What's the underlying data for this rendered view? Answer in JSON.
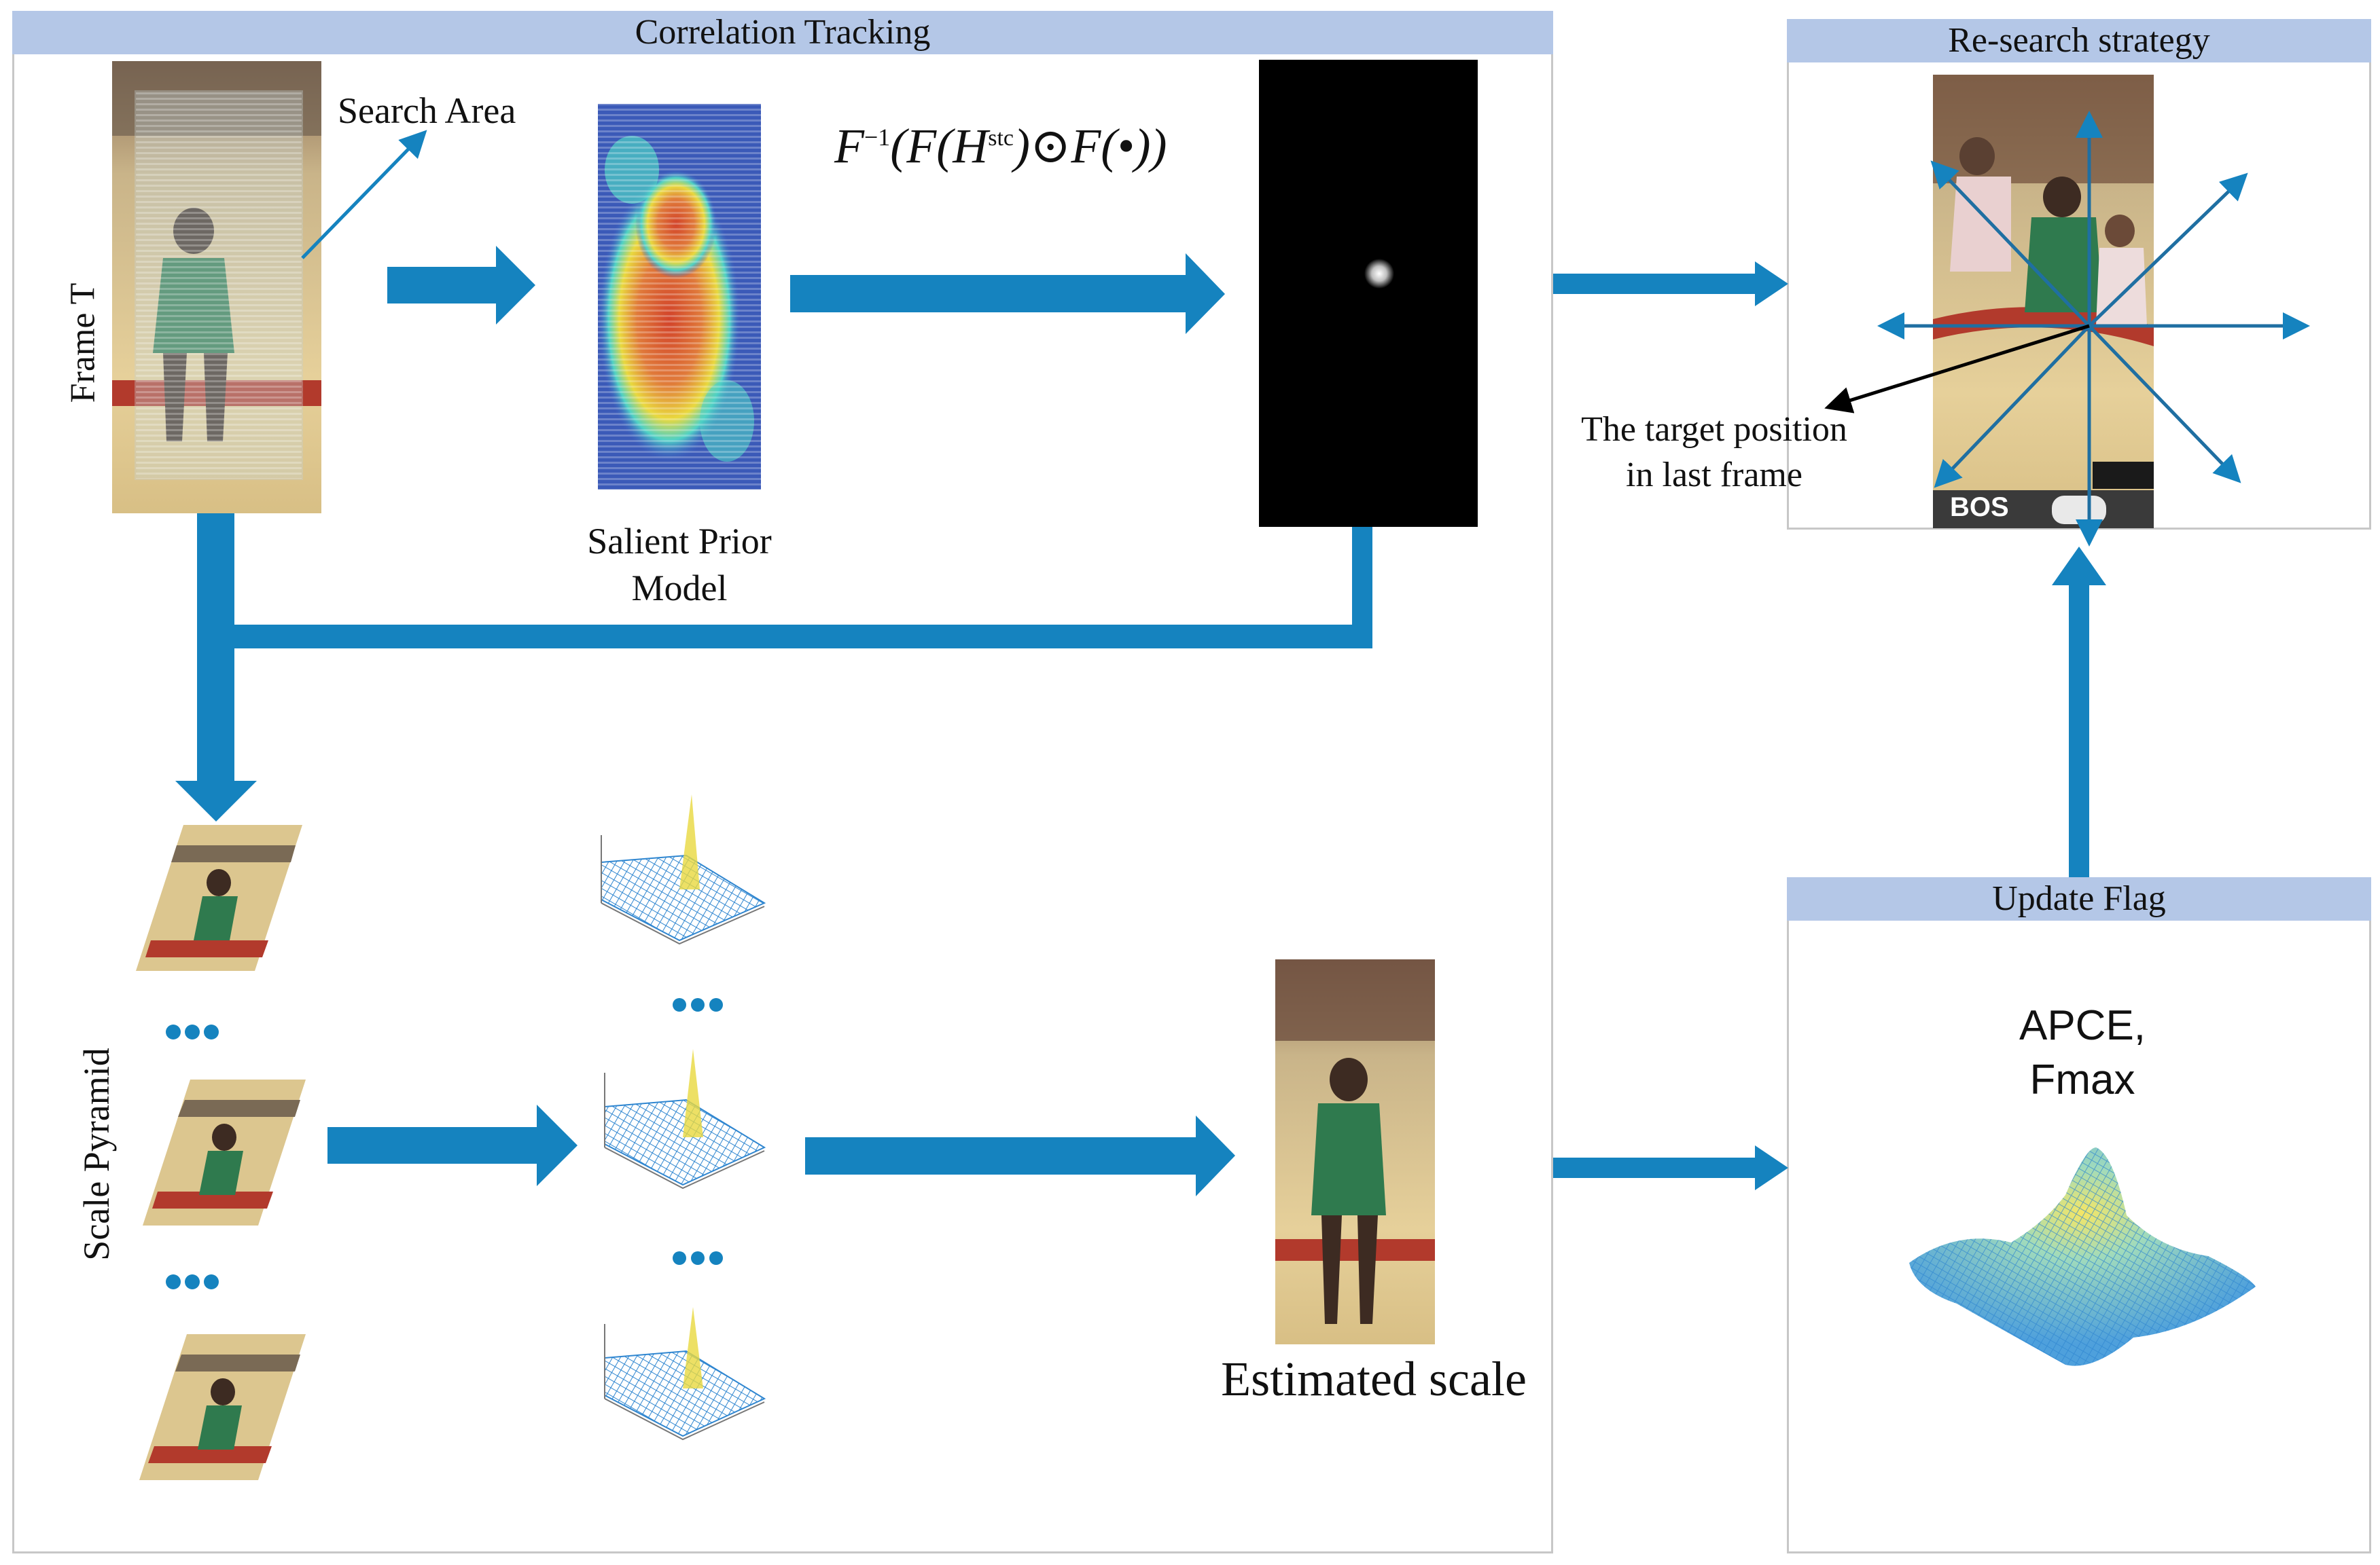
{
  "panels": {
    "correlation": {
      "title": "Correlation Tracking"
    },
    "research": {
      "title": "Re-search strategy"
    },
    "update": {
      "title": "Update Flag"
    }
  },
  "labels": {
    "frame_t": "Frame T",
    "search_area": "Search Area",
    "salient_line1": "Salient Prior",
    "salient_line2": "Model",
    "formula_F": "F",
    "formula_sup": "−1",
    "formula_rest": "(F(H",
    "formula_stc": "stc",
    "formula_end": ")⊙F(•))",
    "scale_pyramid": "Scale Pyramid",
    "estimated_scale": "Estimated scale",
    "target_line1": "The target position",
    "target_line2": "in last frame",
    "apce_line1": "APCE,",
    "apce_line2": "Fmax",
    "scoreboard_team": "BOS"
  },
  "colors": {
    "arrow": "#1583bf",
    "header": "#b4c7e7",
    "border": "#c7c7c7",
    "dots": "#1583bf"
  }
}
